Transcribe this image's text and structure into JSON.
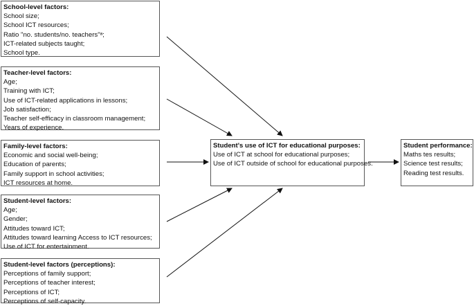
{
  "boxes": {
    "school": {
      "title": "School-level factors:",
      "items": [
        "School size;",
        "School ICT resources;",
        "Ratio \"no. students/no. teachers\"ᵃ;",
        "ICT-related subjects taught;",
        "School type."
      ]
    },
    "teacher": {
      "title": "Teacher-level factors:",
      "items": [
        "Age;",
        "Training with ICT;",
        "Use of ICT-related applications in lessons;",
        "Job satisfaction;",
        "Teacher self-efficacy in classroom management;",
        "Years of experience."
      ]
    },
    "family": {
      "title": "Family-level factors:",
      "items": [
        "Economic and social well-being;",
        "Education of  parents;",
        "Family support in school activities;",
        "ICT resources at home."
      ]
    },
    "student": {
      "title": "Student-level factors:",
      "items": [
        "Age;",
        "Gender;",
        "Attitudes toward ICT;",
        "Attitudes toward learning Access to ICT resources;",
        "Use of ICT for entertainment."
      ]
    },
    "perceptions": {
      "title": "Student-level factors (perceptions):",
      "items": [
        "Perceptions of family support;",
        "Perceptions of teacher interest;",
        "Perceptions of ICT;",
        "Perceptions of self-capacity."
      ]
    },
    "ict_use": {
      "title": "Student's use of ICT for educational purposes:",
      "items": [
        "Use of ICT at school for educational purposes;",
        "Use of ICT outside of school for educational purposes."
      ]
    },
    "performance": {
      "title": "Student performance:",
      "items": [
        "Maths tes results;",
        "Science test results;",
        "Reading test results."
      ]
    }
  }
}
